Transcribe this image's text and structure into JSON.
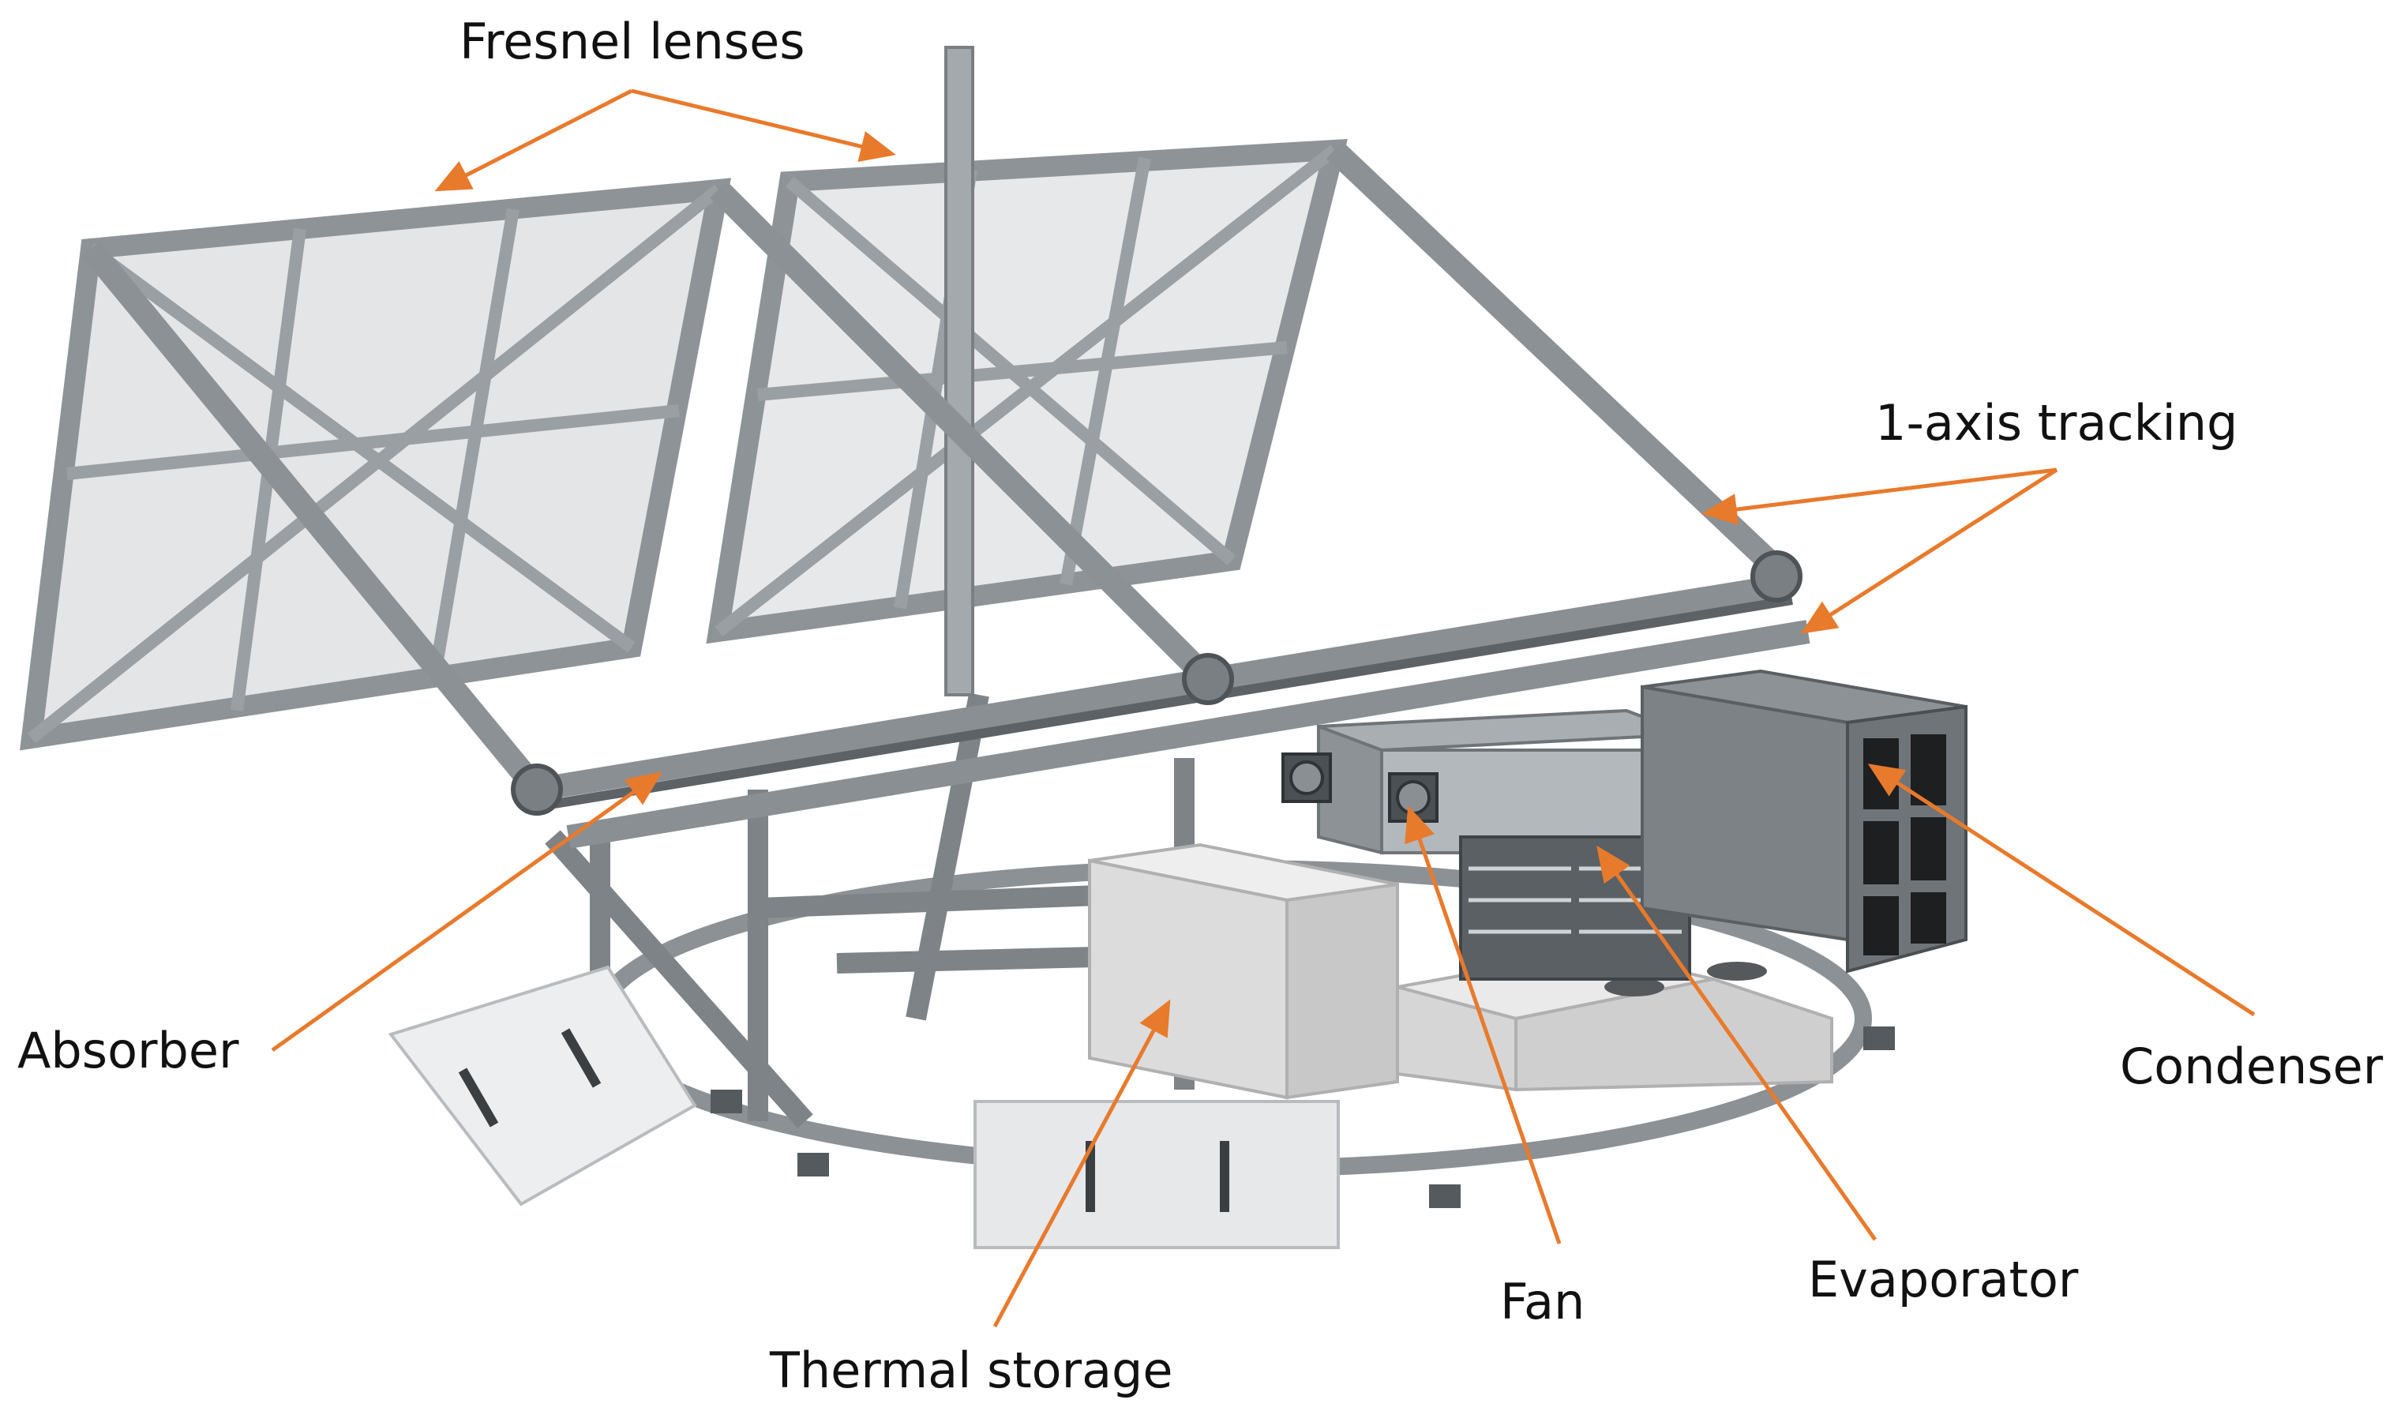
{
  "labels": {
    "fresnel": "Fresnel lenses",
    "tracking": "1-axis tracking",
    "absorber": "Absorber",
    "condenser": "Condenser",
    "fan": "Fan",
    "evaporator": "Evaporator",
    "storage": "Thermal storage"
  },
  "colors": {
    "arrow": "#e87a2c",
    "frame": "#9a9fa3",
    "frame_dark": "#6e7377",
    "panel": "#e3e5e6",
    "box": "#dcdcdc",
    "case": "#6f7478"
  }
}
